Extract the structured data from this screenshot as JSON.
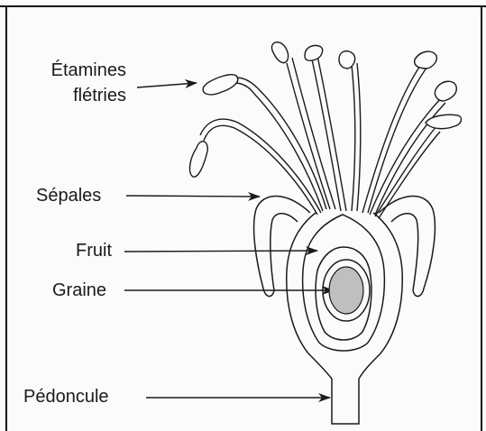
{
  "labels": {
    "stamens_line1": "Étamines",
    "stamens_line2": "flétries",
    "sepals": "Sépales",
    "fruit": "Fruit",
    "seed": "Graine",
    "peduncle": "Pédoncule"
  },
  "colors": {
    "line": "#1a1a1a",
    "seed_fill": "#bfbfbf",
    "paper": "#fbfbfb"
  }
}
